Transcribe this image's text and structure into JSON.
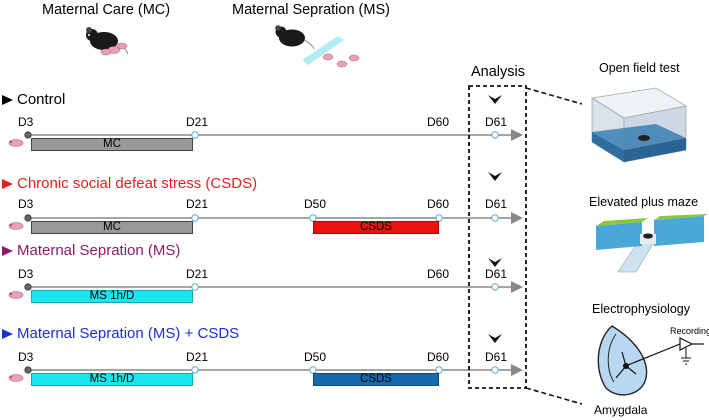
{
  "headers": {
    "maternal_care": "Maternal Care (MC)",
    "maternal_separation": "Maternal Sepration (MS)",
    "analysis": "Analysis"
  },
  "groups": [
    {
      "title": "Control",
      "color": "#000000",
      "days": [
        "D3",
        "D21",
        "D60",
        "D61"
      ],
      "bars": [
        {
          "label": "MC",
          "color": "#999999"
        }
      ]
    },
    {
      "title": "Chronic social defeat stress (CSDS)",
      "color": "#e8211f",
      "days": [
        "D3",
        "D21",
        "D50",
        "D60",
        "D61"
      ],
      "bars": [
        {
          "label": "MC",
          "color": "#999999"
        },
        {
          "label": "CSDS",
          "color": "#e8120e"
        }
      ]
    },
    {
      "title": "Maternal Sepration (MS)",
      "color": "#8b1a6b",
      "days": [
        "D3",
        "D21",
        "D60",
        "D61"
      ],
      "bars": [
        {
          "label": "MS 1h/D",
          "color": "#19e6f0"
        }
      ]
    },
    {
      "title": "Maternal Sepration (MS) + CSDS",
      "color": "#1c2fd6",
      "days": [
        "D3",
        "D21",
        "D50",
        "D60",
        "D61"
      ],
      "bars": [
        {
          "label": "MS 1h/D",
          "color": "#19e6f0"
        },
        {
          "label": "CSDS",
          "color": "#1669ad"
        }
      ]
    }
  ],
  "tests": {
    "open_field": "Open field test",
    "elevated_plus_maze": "Elevated plus maze",
    "electrophysiology": "Electrophysiology",
    "recording": "Recording",
    "amygdala": "Amygdala"
  },
  "icons": [
    "mouse-with-pups-icon",
    "mouse-separated-icon",
    "pup-icon",
    "open-field-box-icon",
    "plus-maze-icon",
    "amygdala-electrode-icon"
  ]
}
